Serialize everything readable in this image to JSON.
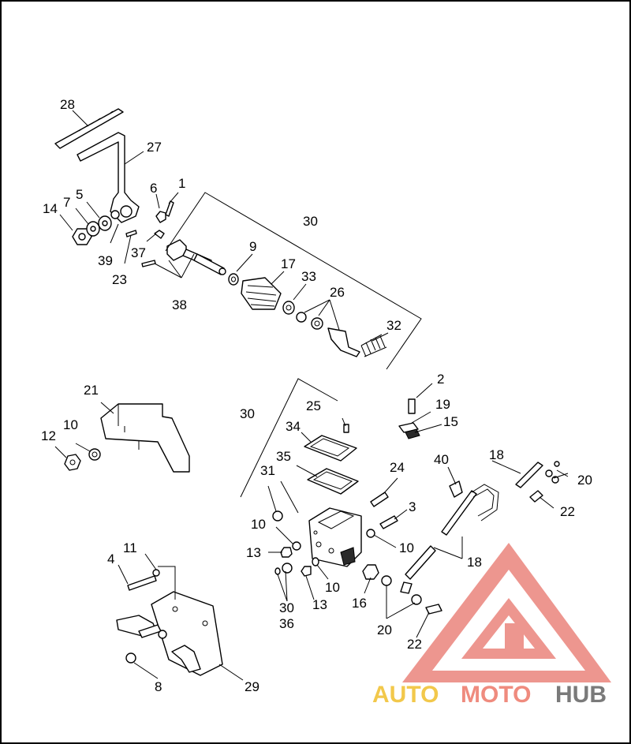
{
  "diagram": {
    "callouts": {
      "c28": "28",
      "c27": "27",
      "c6": "6",
      "c1": "1",
      "c14": "14",
      "c7": "7",
      "c5": "5",
      "c30a": "30",
      "c9": "9",
      "c17": "17",
      "c37": "37",
      "c39": "39",
      "c23": "23",
      "c33": "33",
      "c26": "26",
      "c38": "38",
      "c32": "32",
      "c2": "2",
      "c21": "21",
      "c19": "19",
      "c15": "15",
      "c25": "25",
      "c30b": "30",
      "c10a": "10",
      "c12": "12",
      "c34": "34",
      "c18a": "18",
      "c40": "40",
      "c35": "35",
      "c24": "24",
      "c20a": "20",
      "c31": "31",
      "c22a": "22",
      "c3": "3",
      "c10b": "10",
      "c10c": "10",
      "c18b": "18",
      "c11": "11",
      "c13a": "13",
      "c4": "4",
      "c10d": "10",
      "c16": "16",
      "c13b": "13",
      "c30c": "30",
      "c36": "36",
      "c20b": "20",
      "c22b": "22",
      "c8": "8",
      "c29": "29"
    }
  },
  "watermark": {
    "brand_part1": "AUTO",
    "brand_part2": "MOTO",
    "brand_part3": "HUB",
    "color_triangle": "#e8736a",
    "color_auto": "#f2c84b",
    "color_moto": "#ef8b7e",
    "color_hub": "#7a7a7a"
  }
}
